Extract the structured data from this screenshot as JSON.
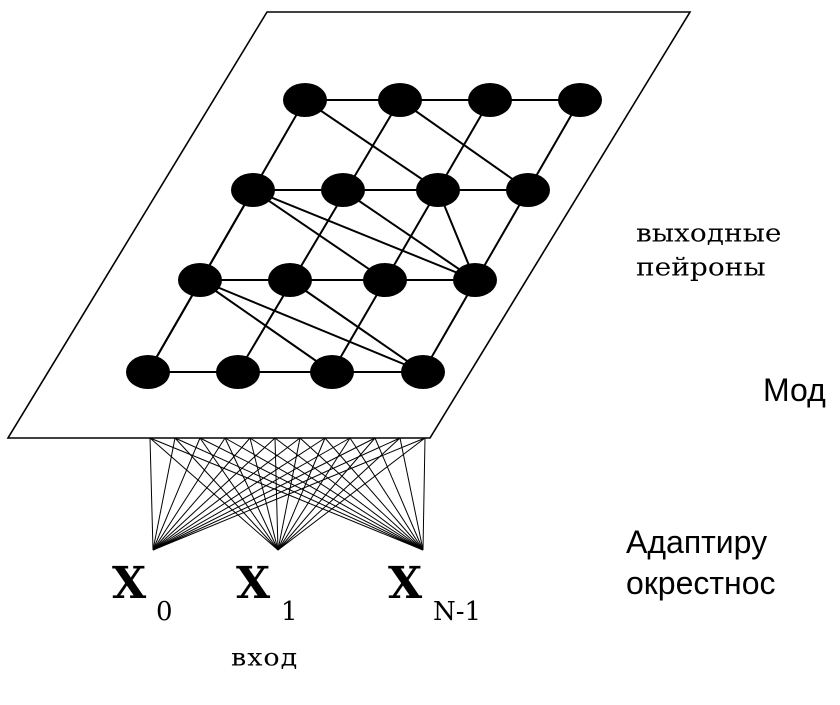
{
  "network": {
    "output_label_line1": "выходные",
    "output_label_line2": "пейроны",
    "input_label": "вход",
    "inputs": [
      {
        "main": "X",
        "sub": "0"
      },
      {
        "main": "X",
        "sub": "1"
      },
      {
        "main": "X",
        "sub": "N-1"
      }
    ]
  },
  "caption": {
    "model_text": "Мод",
    "adapt_text": "Адаптиру",
    "neighborhood_text": "окрестнос"
  }
}
